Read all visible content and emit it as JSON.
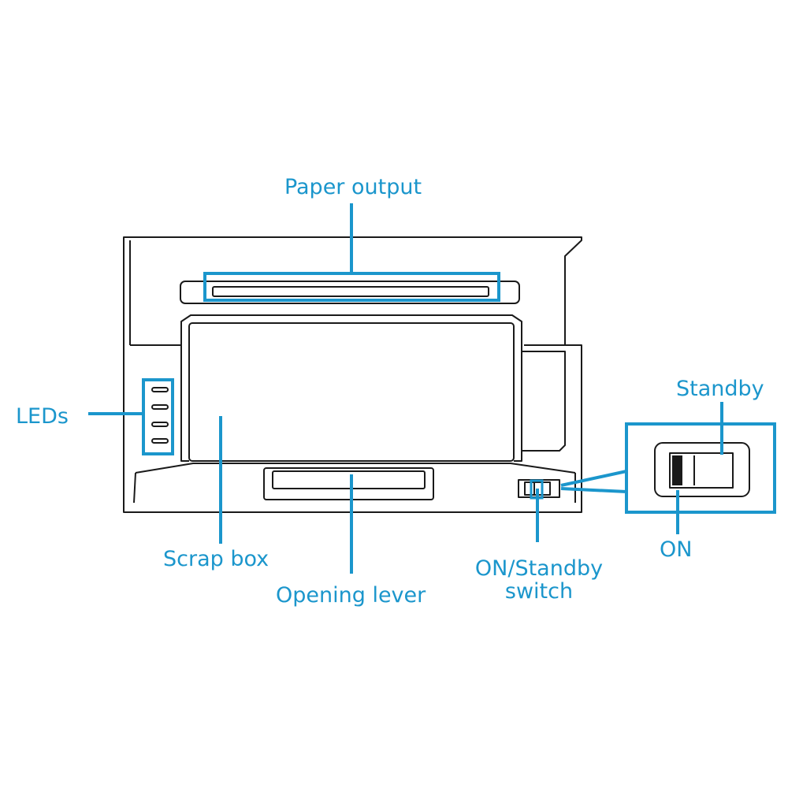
{
  "labels": {
    "paper_output": "Paper output",
    "leds": "LEDs",
    "standby": "Standby",
    "scrap_box": "Scrap box",
    "on": "ON",
    "switch_line1": "ON/Standby",
    "switch_line2": "switch",
    "opening_lever": "Opening lever"
  },
  "colors": {
    "accent": "#1b96cc",
    "outline": "#1a1a1a",
    "background": "#ffffff"
  }
}
